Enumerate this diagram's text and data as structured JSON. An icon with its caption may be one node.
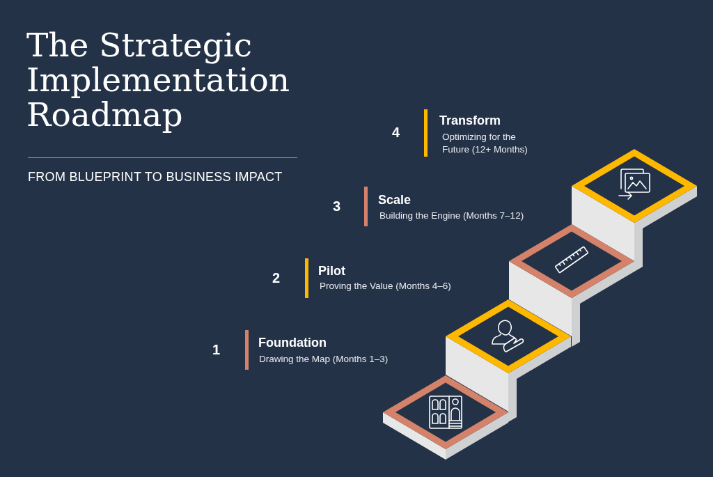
{
  "diagram": {
    "title": "The Strategic Implementation Roadmap",
    "labels": [
      "FROM BLUEPRINT TO BUSINESS IMPACT",
      "4",
      "Transform",
      "Optimizing for the Future (12+ Months)",
      "3",
      "Scale",
      "Building the Engine (Months 7–12)",
      "2",
      "Pilot",
      "Proving the Value (Months 4–6)",
      "1",
      "Foundation",
      "Drawing the Map (Months 1–3)"
    ]
  }
}
